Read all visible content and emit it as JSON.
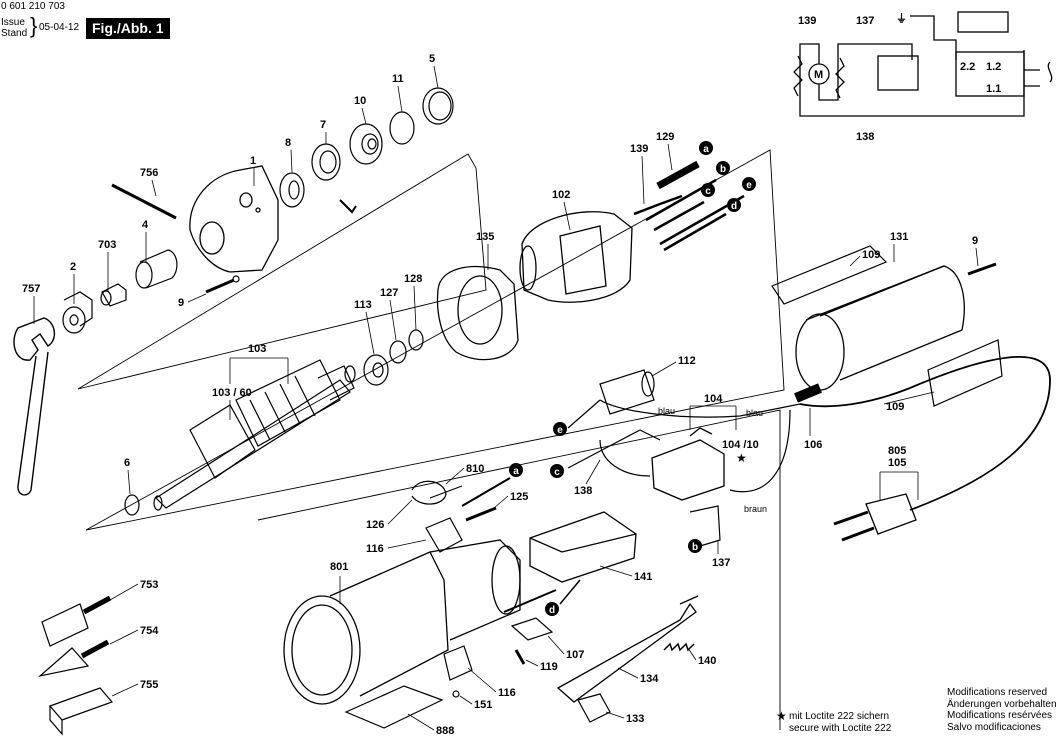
{
  "header": {
    "part_number": "0 601 210 703",
    "issue_label": "Issue",
    "stand_label": "Stand",
    "issue_date": "05-04-12",
    "figure_title": "Fig./Abb. 1"
  },
  "notes": {
    "modifications": [
      "Modifications reserved",
      "Änderungen vorbehalten",
      "Modifications resérvées",
      "Salvo modificaciones"
    ],
    "loctite_star": "★",
    "loctite_de": "mit Loctite 222 sichern",
    "loctite_en": "secure with Loctite 222"
  },
  "wire_labels": {
    "blau_left": "blau",
    "blau_right": "blau",
    "braun": "braun"
  },
  "connector_letters": {
    "a_top": "a",
    "b_top": "b",
    "c_top": "c",
    "e_top": "e",
    "d_top": "d",
    "e_left": "e",
    "c_left": "c",
    "a_mid": "a",
    "b_bottom": "b",
    "d_bottom": "d"
  },
  "schematic": {
    "label_139": "139",
    "label_137": "137",
    "label_138": "138",
    "motor_symbol": "M",
    "speed_22": "2.2",
    "speed_12": "1.2",
    "speed_11": "1.1",
    "ground_symbol": "⏚"
  },
  "part_labels": {
    "p5": "5",
    "p11": "11",
    "p10": "10",
    "p7": "7",
    "p8": "8",
    "p1": "1",
    "p756": "756",
    "p4": "4",
    "p703": "703",
    "p2": "2",
    "p9a": "9",
    "p757": "757",
    "p129": "129",
    "p139": "139",
    "p102": "102",
    "p135": "135",
    "p128": "128",
    "p127": "127",
    "p113": "113",
    "p103": "103",
    "p103_60": "103 / 60",
    "p6": "6",
    "p131": "131",
    "p109a": "109",
    "p9b": "9",
    "p109b": "109",
    "p106": "106",
    "p112": "112",
    "p104": "104",
    "p104_10": "104 /10",
    "p805": "805",
    "p105": "105",
    "p810": "810",
    "p125": "125",
    "p126": "126",
    "p116a": "116",
    "p138": "138",
    "p137": "137",
    "p801": "801",
    "p141": "141",
    "p107": "107",
    "p119": "119",
    "p140": "140",
    "p134": "134",
    "p116b": "116",
    "p151": "151",
    "p133": "133",
    "p888": "888",
    "p753": "753",
    "p754": "754",
    "p755": "755"
  }
}
